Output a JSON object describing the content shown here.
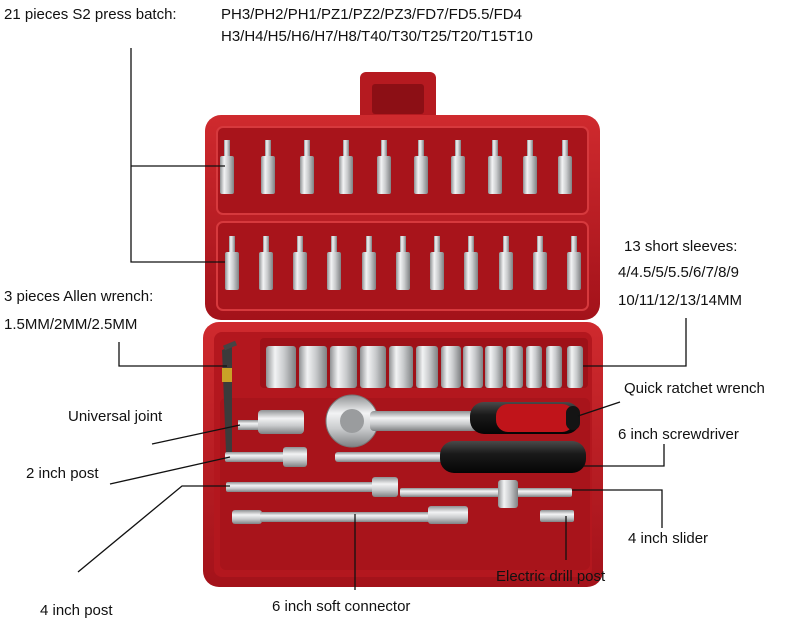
{
  "colors": {
    "case_red": "#b8171d",
    "case_dark": "#7e0b10",
    "case_light": "#d83a3c",
    "chrome": "#d9dadb",
    "chrome_dark": "#8e9092",
    "handle_black": "#1c1c1c",
    "handle_red": "#c0141a"
  },
  "labels": {
    "bits_title": "21 pieces S2 press batch:",
    "bits_line1": "PH3/PH2/PH1/PZ1/PZ2/PZ3/FD7/FD5.5/FD4",
    "bits_line2": "H3/H4/H5/H6/H7/H8/T40/T30/T25/T20/T15T10",
    "sleeves_title": "13 short sleeves:",
    "sleeves_line1": "4/4.5/5/5.5/6/7/8/9",
    "sleeves_line2": "10/11/12/13/14MM",
    "allen_title": "3 pieces Allen wrench:",
    "allen_sizes": "1.5MM/2MM/2.5MM",
    "universal_joint": "Universal joint",
    "quick_ratchet": "Quick ratchet wrench",
    "screwdriver": "6 inch screwdriver",
    "post_2inch": "2 inch post",
    "slider_4inch": "4 inch slider",
    "drill_post": "Electric drill post",
    "post_4inch": "4 inch post",
    "soft_connector": "6 inch soft connector"
  }
}
